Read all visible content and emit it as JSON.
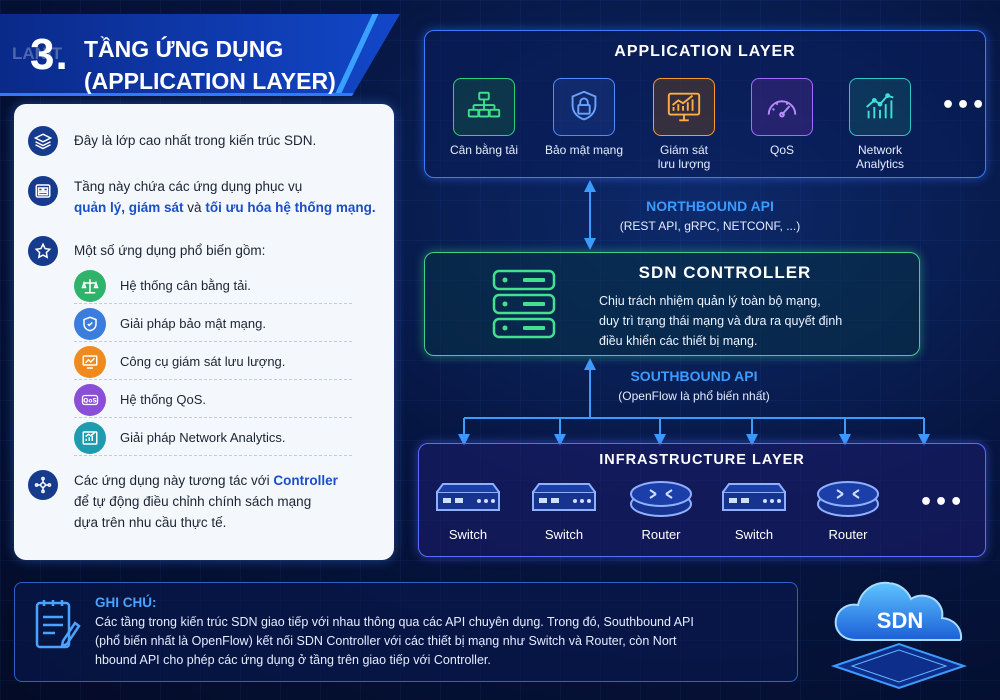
{
  "header": {
    "number": "3.",
    "title_line1": "TẦNG ỨNG DỤNG",
    "title_line2": "(APPLICATION LAYER)",
    "watermark": "LANIT"
  },
  "info": {
    "p1": "Đây là lớp cao nhất trong kiến trúc SDN.",
    "p2_a": "Tầng này chứa các ứng dụng phục vụ",
    "p2_b": "quản lý, giám sát",
    "p2_c": "và",
    "p2_d": "tối ưu hóa hệ thống mạng.",
    "p3": "Một số ứng dụng phổ biến gồm:",
    "apps": [
      {
        "label": "Hệ thống cân bằng tải.",
        "icon": "balance-scale-icon",
        "color": "#2fb36a"
      },
      {
        "label": "Giải pháp bảo mật mạng.",
        "icon": "shield-icon",
        "color": "#3b7ddc"
      },
      {
        "label": "Công cụ giám sát lưu lượng.",
        "icon": "monitor-chart-icon",
        "color": "#f08a1c"
      },
      {
        "label": "Hệ thống QoS.",
        "icon": "qos-icon",
        "color": "#8a4fd6"
      },
      {
        "label": "Giải pháp Network Analytics.",
        "icon": "analytics-icon",
        "color": "#1f9bb0"
      }
    ],
    "p4_a": "Các ứng dụng này tương tác với",
    "p4_b": "Controller",
    "p4_c": "để tự động điều chỉnh chính sách mạng",
    "p4_d": "dựa trên nhu cầu thực tế."
  },
  "application_layer": {
    "title": "APPLICATION LAYER",
    "tiles": [
      {
        "label": "Cân bằng tải",
        "icon": "load-balance-icon",
        "color": "#2fd07a"
      },
      {
        "label": "Bảo mật mạng",
        "icon": "lock-shield-icon",
        "color": "#4d8dff"
      },
      {
        "label_1": "Giám sát",
        "label_2": "lưu lượng",
        "icon": "traffic-chart-icon",
        "color": "#ff9a2a"
      },
      {
        "label": "QoS",
        "icon": "gauge-icon",
        "color": "#a56bff"
      },
      {
        "label_1": "Network",
        "label_2": "Analytics",
        "icon": "analytics-icon",
        "color": "#2fc8c0"
      }
    ],
    "more": "•••"
  },
  "northbound": {
    "title": "NORTHBOUND API",
    "sub": "(REST API, gRPC, NETCONF, ...)"
  },
  "controller": {
    "title": "SDN CONTROLLER",
    "desc_1": "Chịu trách nhiệm quản lý toàn bộ mạng,",
    "desc_2": "duy trì trạng thái mạng và đưa ra quyết định",
    "desc_3": "điều khiển các thiết bị mạng."
  },
  "southbound": {
    "title": "SOUTHBOUND API",
    "sub": "(OpenFlow là phổ biến nhất)"
  },
  "infrastructure": {
    "title": "INFRASTRUCTURE LAYER",
    "devices": [
      {
        "label": "Switch",
        "type": "switch"
      },
      {
        "label": "Switch",
        "type": "switch"
      },
      {
        "label": "Router",
        "type": "router"
      },
      {
        "label": "Switch",
        "type": "switch"
      },
      {
        "label": "Router",
        "type": "router"
      }
    ],
    "more": "•••"
  },
  "note": {
    "title": "GHI CHÚ:",
    "line1": "Các tầng trong kiến trúc SDN giao tiếp với nhau thông qua các API chuyên dụng. Trong đó, Southbound API",
    "line2": "(phổ biến nhất là OpenFlow) kết nối SDN Controller với các thiết bị mạng như Switch và Router, còn Nort",
    "line3": "hbound API cho phép các ứng dụng ở tầng trên giao tiếp với Controller."
  },
  "badge": {
    "text": "SDN"
  },
  "colors": {
    "accent": "#3c9bff",
    "controller": "#3fd089",
    "infra": "#5a6cff"
  }
}
